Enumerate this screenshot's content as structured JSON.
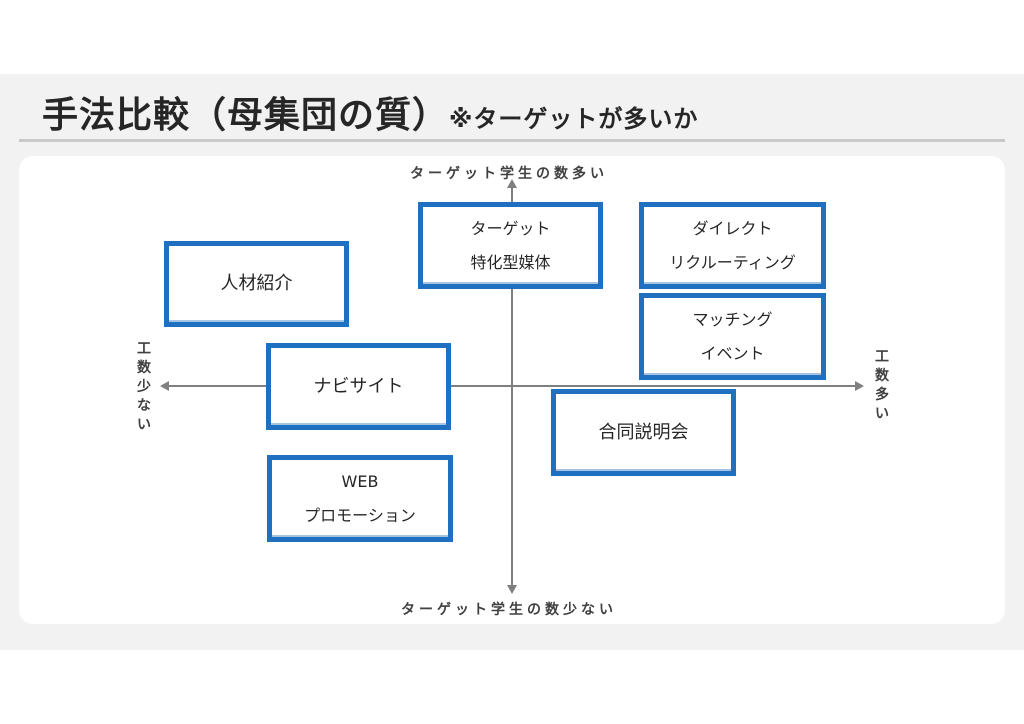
{
  "title": {
    "main": "手法比較（母集団の質）",
    "sub": "※ターゲットが多いか"
  },
  "axes": {
    "top": "ターゲット学生の数多い",
    "bottom": "ターゲット学生の数少ない",
    "left": "工数少ない",
    "right": "工数多い"
  },
  "methods": [
    {
      "line1": "ターゲット",
      "line2": "特化型媒体"
    },
    {
      "line1": "ダイレクト",
      "line2": "リクルーティング"
    },
    {
      "line1": "人材紹介"
    },
    {
      "line1": "マッチング",
      "line2": "イベント"
    },
    {
      "line1": "ナビサイト"
    },
    {
      "line1": "合同説明会"
    },
    {
      "line1": "WEB",
      "line2": "プロモーション"
    }
  ],
  "colors": {
    "box_border": "#1f70c1",
    "axis": "#7f7f7f",
    "background": "#f2f2f2"
  }
}
